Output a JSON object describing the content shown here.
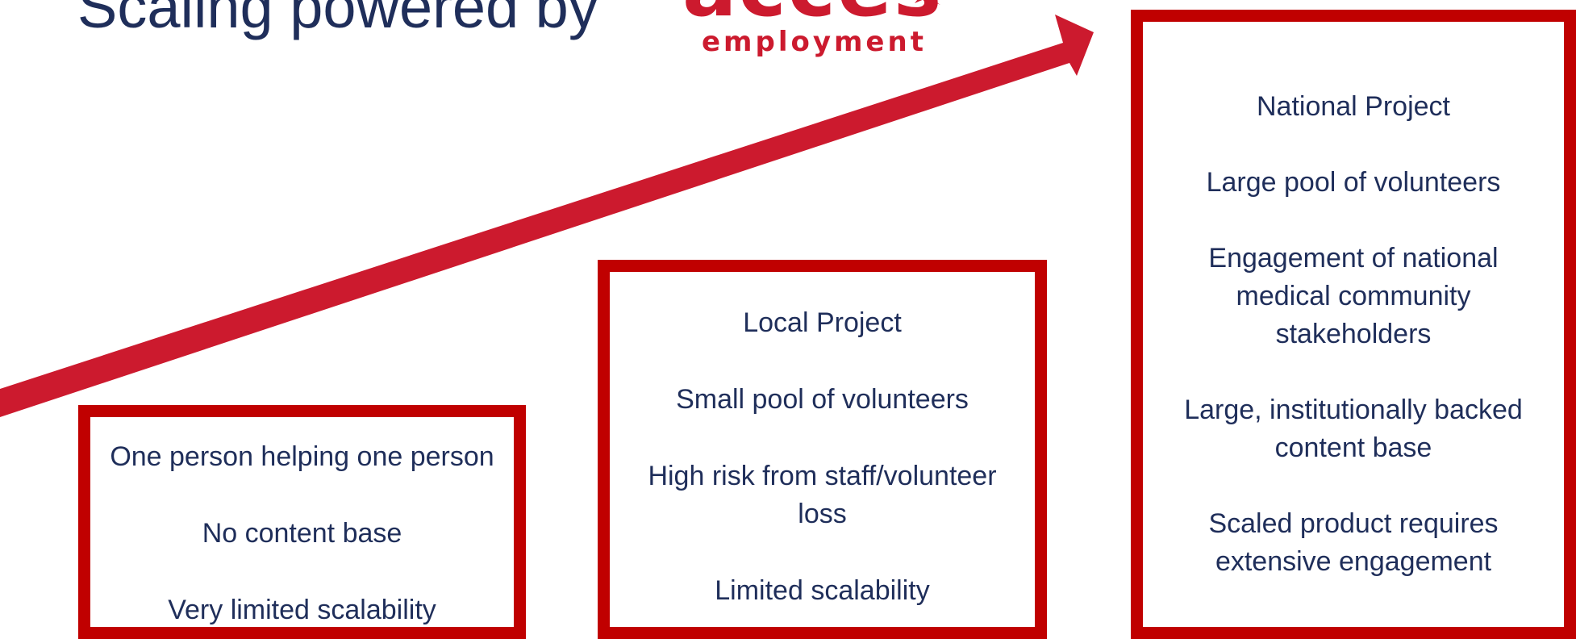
{
  "header": {
    "title": "Scaling powered by",
    "logo_word": "acces",
    "logo_sub": "employment"
  },
  "colors": {
    "navy_text": "#1f2e5a",
    "box_border": "#c00000",
    "arrow": "#cc1a2e"
  },
  "stages": [
    {
      "lines": [
        "One person helping one person",
        "No content base",
        "Very limited scalability"
      ]
    },
    {
      "lines": [
        "Local Project",
        "Small pool of volunteers",
        "High risk from staff/volunteer loss",
        "Limited scalability"
      ]
    },
    {
      "lines": [
        "National Project",
        "Large pool of volunteers",
        "Engagement of national medical community stakeholders",
        "Large, institutionally backed content base",
        "Scaled product requires extensive engagement"
      ]
    }
  ]
}
